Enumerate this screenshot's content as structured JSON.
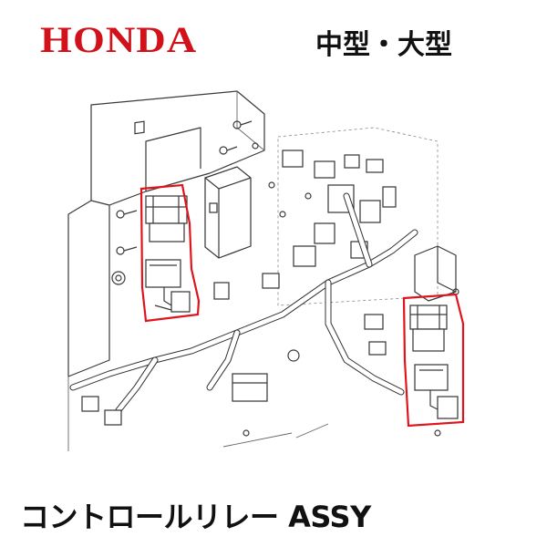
{
  "brand": {
    "logo_text": "HONDA",
    "color": "#d2121b"
  },
  "header": {
    "subtitle": "中型・大型"
  },
  "product": {
    "name": "コントロールリレー ASSY"
  },
  "highlight": {
    "color": "#e0141c"
  }
}
